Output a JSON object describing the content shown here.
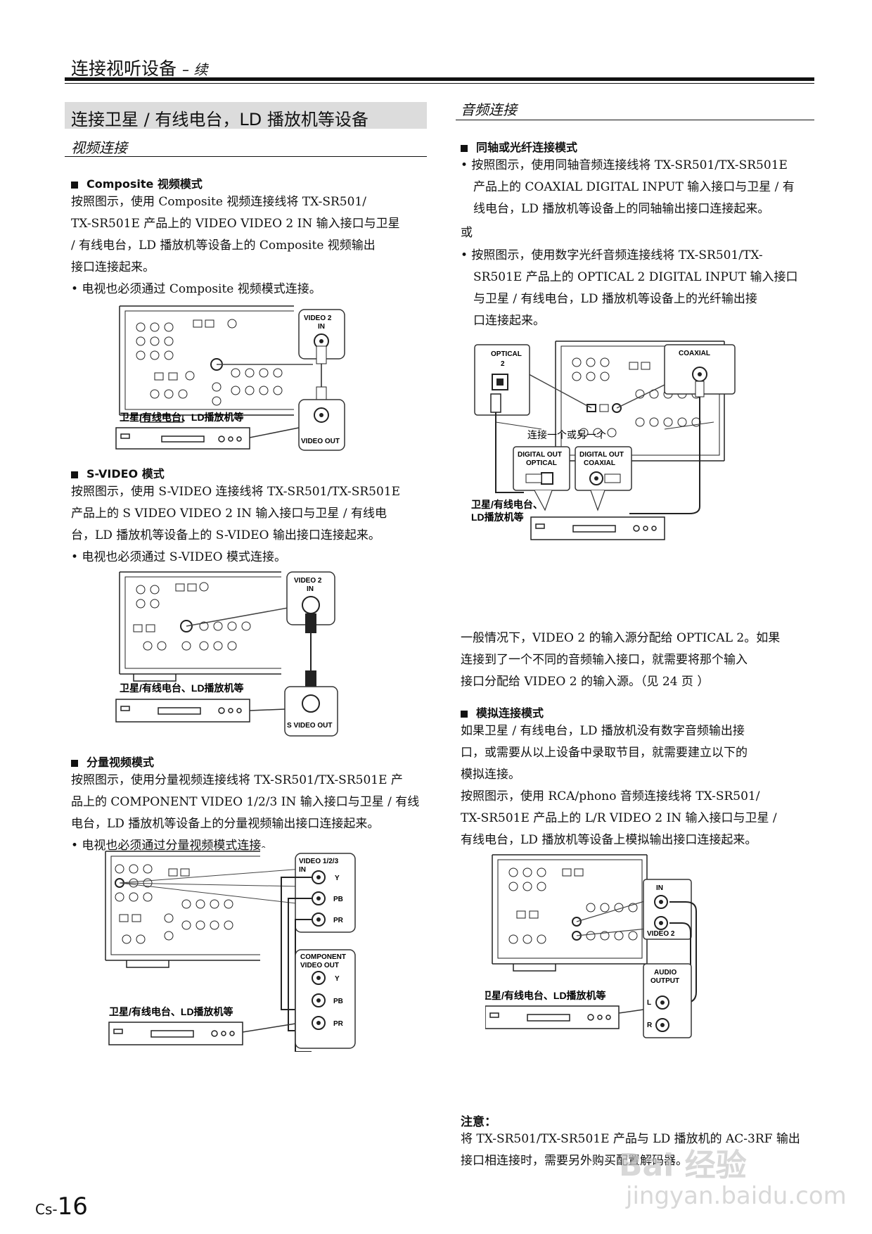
{
  "header": {
    "title": "连接视听设备",
    "subtitle": "– 续"
  },
  "section_title": "连接卫星 / 有线电台，LD 播放机等设备",
  "left": {
    "subheading": "视频连接",
    "composite": {
      "heading": "Composite 视频模式",
      "lines": [
        "按照图示，使用 Composite  视频连接线将 TX-SR501/",
        "TX-SR501E 产品上的 VIDEO VIDEO 2 IN 输入接口与卫星",
        "/ 有线电台，LD 播放机等设备上的 Composite 视频输出",
        "接口连接起来。"
      ],
      "note": "• 电视也必须通过 Composite 视频模式连接。",
      "diagram": {
        "jack_label_1": "VIDEO 2",
        "jack_label_2": "IN",
        "device_label": "卫星/有线电台、LD播放机等",
        "out_label": "VIDEO OUT"
      }
    },
    "svideo": {
      "heading": "S-VIDEO 模式",
      "lines": [
        "按照图示，使用 S-VIDEO 连接线将 TX-SR501/TX-SR501E",
        "产品上的 S VIDEO VIDEO 2 IN 输入接口与卫星 / 有线电",
        "台，LD 播放机等设备上的 S-VIDEO 输出接口连接起来。"
      ],
      "note": "• 电视也必须通过 S-VIDEO 模式连接。",
      "diagram": {
        "jack_label_1": "VIDEO 2",
        "jack_label_2": "IN",
        "device_label": "卫星/有线电台、LD播放机等",
        "out_label": "S VIDEO OUT"
      }
    },
    "component": {
      "heading": "分量视频模式",
      "lines": [
        "按照图示，使用分量视频连接线将 TX-SR501/TX-SR501E 产",
        "品上的 COMPONENT VIDEO 1/2/3 IN 输入接口与卫星 / 有线",
        "电台，LD 播放机等设备上的分量视频输出接口连接起来。"
      ],
      "note": "• 电视也必须通过分量视频模式连接。",
      "diagram": {
        "in_label_1": "VIDEO 1/2/3",
        "in_label_2": "IN",
        "out_label_1": "COMPONENT",
        "out_label_2": "VIDEO  OUT",
        "y": "Y",
        "pb": "PB",
        "pr": "PR",
        "device_label": "卫星/有线电台、LD播放机等"
      }
    }
  },
  "right": {
    "subheading": "音频连接",
    "digital": {
      "heading": "同轴或光纤连接模式",
      "bullet1": [
        "• 按照图示，使用同轴音频连接线将 TX-SR501/TX-SR501E",
        "产品上的 COAXIAL  DIGITAL  INPUT 输入接口与卫星 / 有",
        "线电台，LD 播放机等设备上的同轴输出接口连接起来。"
      ],
      "or": "或",
      "bullet2": [
        "• 按照图示，使用数字光纤音频连接线将 TX-SR501/TX-",
        "SR501E 产品上的 OPTICAL  2  DIGITAL  INPUT 输入接口",
        "与卫星 / 有线电台，LD 播放机等设备上的光纤输出接",
        "口连接起来。"
      ],
      "diagram": {
        "optical_1": "OPTICAL",
        "optical_2": "2",
        "coaxial": "COAXIAL",
        "either": "连接一个或另一个",
        "dout_opt_1": "DIGITAL OUT",
        "dout_opt_2": "OPTICAL",
        "dout_coax_1": "DIGITAL OUT",
        "dout_coax_2": "COAXIAL",
        "device_label_1": "卫星/有线电台、",
        "device_label_2": "LD播放机等"
      },
      "after": [
        "一般情况下，VIDEO 2 的输入源分配给 OPTICAL 2。如果",
        "连接到了一个不同的音频输入接口，就需要将那个输入",
        "接口分配给 VIDEO 2 的输入源。（见 24 页 ）"
      ]
    },
    "analog": {
      "heading": "模拟连接模式",
      "lines1": [
        "如果卫星  /  有线电台，LD  播放机没有数字音频输出接",
        "口，或需要从以上设备中录取节目，就需要建立以下的",
        "模拟连接。"
      ],
      "lines2": [
        "按照图示，使用  RCA/phono  音频连接线将  TX-SR501/",
        "TX-SR501E 产品上的 L/R VIDEO  2  IN 输入接口与卫星 /",
        "有线电台，LD 播放机等设备上模拟输出接口连接起来。"
      ],
      "diagram": {
        "in": "IN",
        "video2": "VIDEO 2",
        "audio_1": "AUDIO",
        "audio_2": "OUTPUT",
        "l": "L",
        "r": "R",
        "device_label": "卫星/有线电台、LD播放机等"
      }
    },
    "note": {
      "title": "注意：",
      "lines": [
        "将 TX-SR501/TX-SR501E 产品与 LD 播放机的 AC-3RF 输出",
        "接口相连接时，需要另外购买配置解码器。"
      ]
    }
  },
  "page_number": {
    "prefix": "Cs-",
    "number": "16"
  },
  "watermark": {
    "brand": "Bai 经验",
    "url": "jingyan.baidu.com"
  }
}
